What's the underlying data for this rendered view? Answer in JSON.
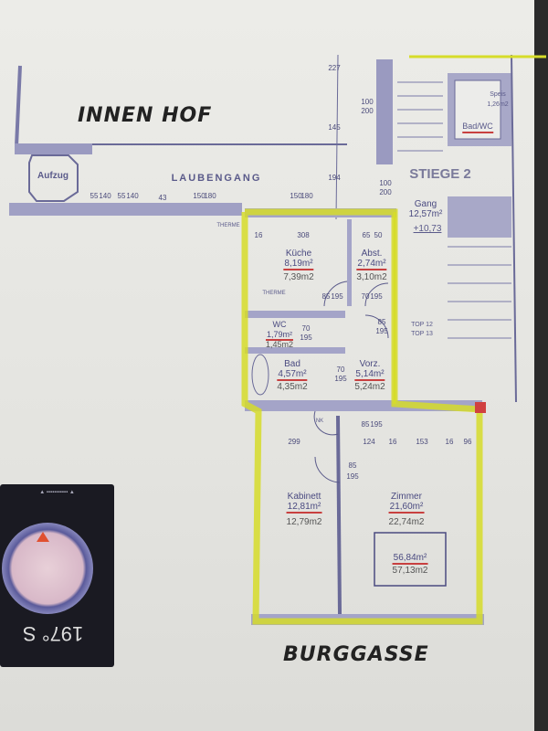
{
  "labels": {
    "courtyard": "INNEN HOF",
    "street": "BURGGASSE",
    "elevator": "Aufzug",
    "gallery": "LAUBENGANG",
    "stair": "STIEGE 2",
    "boiler": "THERME",
    "boiler2": "THERME",
    "top12": "TOP 12",
    "top13": "TOP 13",
    "nk": "NK"
  },
  "rooms": [
    {
      "name": "Küche",
      "area_printed": "8,19m²",
      "area_measured": "7,39m2"
    },
    {
      "name": "Abst.",
      "area_printed": "2,74m²",
      "area_measured": "3,10m2"
    },
    {
      "name": "WC",
      "area_printed": "1,79m²",
      "area_measured": "1,45m2"
    },
    {
      "name": "Bad",
      "area_printed": "4,57m²",
      "area_measured": "4,35m2"
    },
    {
      "name": "Vorz.",
      "area_printed": "5,14m²",
      "area_measured": "5,24m2"
    },
    {
      "name": "Kabinett",
      "area_printed": "12,81m²",
      "area_measured": "12,79m2"
    },
    {
      "name": "Zimmer",
      "area_printed": "21,60m²",
      "area_measured": "22,74m2"
    }
  ],
  "total": {
    "area_printed": "56,84m²",
    "area_measured": "57,13m2"
  },
  "neighbors": {
    "gang_name": "Gang",
    "gang_area": "12,57m²",
    "level": "+10,73",
    "badwc": "Bad/WC",
    "speis": "Speis",
    "speis_area": "1,26m2"
  },
  "dimensions": {
    "d100a": "100",
    "d200a": "200",
    "d100b": "100",
    "d200b": "200",
    "d55a": "55",
    "d140a": "140",
    "d55b": "55",
    "d140b": "140",
    "d43": "43",
    "d150a": "150",
    "d180a": "180",
    "d150b": "150",
    "d180b": "180",
    "d227": "227",
    "d145": "145",
    "d194": "194",
    "d16": "16",
    "d308": "308",
    "d65": "65",
    "d50": "50",
    "door85a": "85",
    "door195a": "195",
    "door70a": "70",
    "door195b": "195",
    "door85b": "85",
    "door195c": "195",
    "door70b": "70",
    "door195d": "195",
    "door70c": "70",
    "door195e": "195",
    "door85c": "85",
    "door195f": "195",
    "door85d": "85",
    "door195g": "195",
    "d299": "299",
    "d124": "124",
    "d153": "153",
    "d96": "96",
    "d16b": "16",
    "d16c": "16"
  },
  "compass": {
    "heading": "197° S"
  }
}
